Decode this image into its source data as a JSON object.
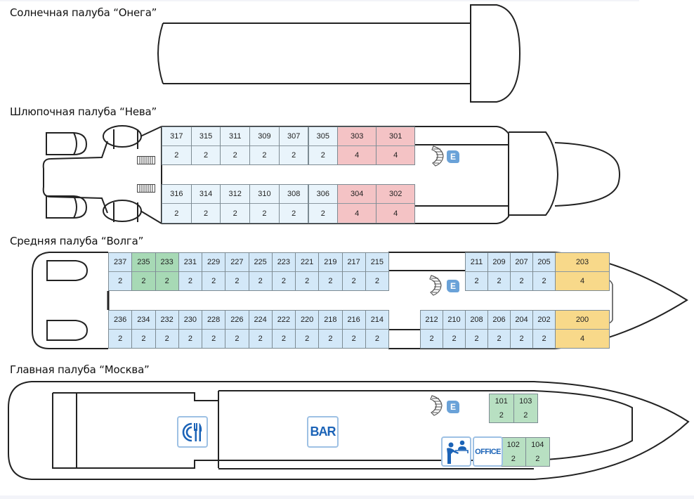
{
  "decks": {
    "onega": {
      "title": "Солнечная палуба “Онега”"
    },
    "neva": {
      "title": "Шлюпочная палуба “Нева”",
      "top_row": [
        {
          "num": "317",
          "cnt": "2",
          "type": "standard"
        },
        {
          "num": "315",
          "cnt": "2",
          "type": "standard"
        },
        {
          "num": "311",
          "cnt": "2",
          "type": "standard"
        },
        {
          "num": "309",
          "cnt": "2",
          "type": "standard"
        },
        {
          "num": "307",
          "cnt": "2",
          "type": "standard"
        },
        {
          "num": "305",
          "cnt": "2",
          "type": "standard"
        },
        {
          "num": "303",
          "cnt": "4",
          "type": "quad"
        },
        {
          "num": "301",
          "cnt": "4",
          "type": "quad"
        }
      ],
      "bottom_row": [
        {
          "num": "316",
          "cnt": "2",
          "type": "standard"
        },
        {
          "num": "314",
          "cnt": "2",
          "type": "standard"
        },
        {
          "num": "312",
          "cnt": "2",
          "type": "standard"
        },
        {
          "num": "310",
          "cnt": "2",
          "type": "standard"
        },
        {
          "num": "308",
          "cnt": "2",
          "type": "standard"
        },
        {
          "num": "306",
          "cnt": "2",
          "type": "standard"
        },
        {
          "num": "304",
          "cnt": "4",
          "type": "quad"
        },
        {
          "num": "302",
          "cnt": "4",
          "type": "quad"
        }
      ],
      "elevator_label": "E"
    },
    "volga": {
      "title": "Средняя палуба “Волга”",
      "top_row_aft": [
        {
          "num": "237",
          "cnt": "2",
          "type": "standard"
        },
        {
          "num": "235",
          "cnt": "2",
          "type": "green"
        },
        {
          "num": "233",
          "cnt": "2",
          "type": "green"
        },
        {
          "num": "231",
          "cnt": "2",
          "type": "standard"
        },
        {
          "num": "229",
          "cnt": "2",
          "type": "standard"
        },
        {
          "num": "227",
          "cnt": "2",
          "type": "standard"
        },
        {
          "num": "225",
          "cnt": "2",
          "type": "standard"
        },
        {
          "num": "223",
          "cnt": "2",
          "type": "standard"
        },
        {
          "num": "221",
          "cnt": "2",
          "type": "standard"
        },
        {
          "num": "219",
          "cnt": "2",
          "type": "standard"
        },
        {
          "num": "217",
          "cnt": "2",
          "type": "standard"
        },
        {
          "num": "215",
          "cnt": "2",
          "type": "standard"
        }
      ],
      "top_row_fore": [
        {
          "num": "211",
          "cnt": "2",
          "type": "standard"
        },
        {
          "num": "209",
          "cnt": "2",
          "type": "standard"
        },
        {
          "num": "207",
          "cnt": "2",
          "type": "standard"
        },
        {
          "num": "205",
          "cnt": "2",
          "type": "standard"
        },
        {
          "num": "203",
          "cnt": "4",
          "type": "suite"
        }
      ],
      "bottom_row_aft": [
        {
          "num": "236",
          "cnt": "2",
          "type": "standard"
        },
        {
          "num": "234",
          "cnt": "2",
          "type": "standard"
        },
        {
          "num": "232",
          "cnt": "2",
          "type": "standard"
        },
        {
          "num": "230",
          "cnt": "2",
          "type": "standard"
        },
        {
          "num": "228",
          "cnt": "2",
          "type": "standard"
        },
        {
          "num": "226",
          "cnt": "2",
          "type": "standard"
        },
        {
          "num": "224",
          "cnt": "2",
          "type": "standard"
        },
        {
          "num": "222",
          "cnt": "2",
          "type": "standard"
        },
        {
          "num": "220",
          "cnt": "2",
          "type": "standard"
        },
        {
          "num": "218",
          "cnt": "2",
          "type": "standard"
        },
        {
          "num": "216",
          "cnt": "2",
          "type": "standard"
        },
        {
          "num": "214",
          "cnt": "2",
          "type": "standard"
        }
      ],
      "bottom_row_fore": [
        {
          "num": "212",
          "cnt": "2",
          "type": "standard"
        },
        {
          "num": "210",
          "cnt": "2",
          "type": "standard"
        },
        {
          "num": "208",
          "cnt": "2",
          "type": "standard"
        },
        {
          "num": "206",
          "cnt": "2",
          "type": "standard"
        },
        {
          "num": "204",
          "cnt": "2",
          "type": "standard"
        },
        {
          "num": "202",
          "cnt": "2",
          "type": "standard"
        },
        {
          "num": "200",
          "cnt": "4",
          "type": "suite"
        }
      ],
      "elevator_label": "E"
    },
    "moskva": {
      "title": "Главная палуба “Москва”",
      "cabins_top": [
        {
          "num": "101",
          "cnt": "2"
        },
        {
          "num": "103",
          "cnt": "2"
        }
      ],
      "cabins_bottom": [
        {
          "num": "102",
          "cnt": "2"
        },
        {
          "num": "104",
          "cnt": "2"
        }
      ],
      "bar_label": "BAR",
      "office_label": "OFFICE",
      "elevator_label": "E"
    }
  },
  "colors": {
    "standard_neva": "#e9f4fb",
    "standard": "#d3e8f8",
    "quad": "#f4c3c5",
    "green": "#a7d9b5",
    "suite": "#f8d98a",
    "main_green": "#b8e0c2",
    "icon_blue": "#1b63b7",
    "elevator_blue": "#6aa2d8"
  }
}
